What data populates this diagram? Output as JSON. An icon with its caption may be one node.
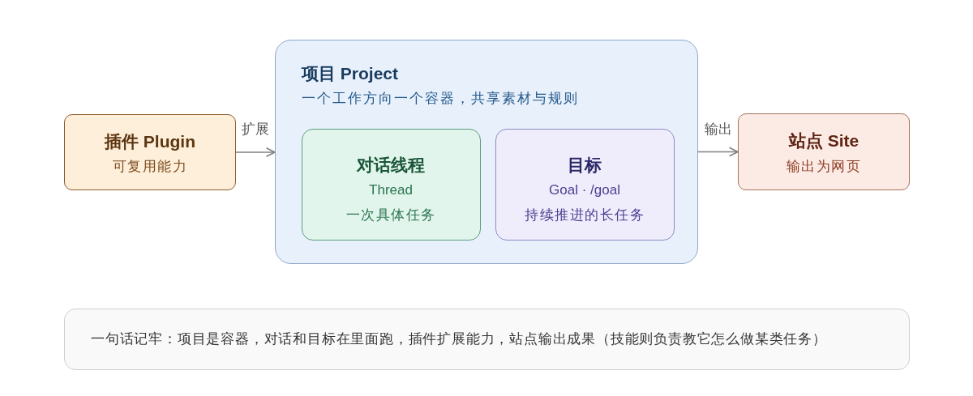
{
  "diagram": {
    "nodes": [
      {
        "text": [
          "插件 Plugin",
          "可复用能力"
        ]
      },
      {
        "text": [
          "项目 Project",
          "一个工作方向一个容器，共享素材与规则"
        ]
      },
      {
        "text": [
          "对话线程",
          "Thread",
          "一次具体任务"
        ],
        "in": 1
      },
      {
        "text": [
          "目标",
          "Goal · /goal",
          "持续推进的长任务"
        ],
        "in": 1
      },
      {
        "text": [
          "站点 Site",
          "输出为网页"
        ]
      },
      {
        "text": [
          "一句话记牢：项目是容器，对话和目标在里面跑，插件扩展能力，站点输出成果（技能则负责教它怎么做某类任务）"
        ]
      }
    ],
    "edges": [
      {
        "from": 0,
        "to": 1,
        "arrow": "to",
        "label": "扩展"
      },
      {
        "from": 1,
        "to": 4,
        "arrow": "to",
        "label": "输出"
      }
    ]
  }
}
